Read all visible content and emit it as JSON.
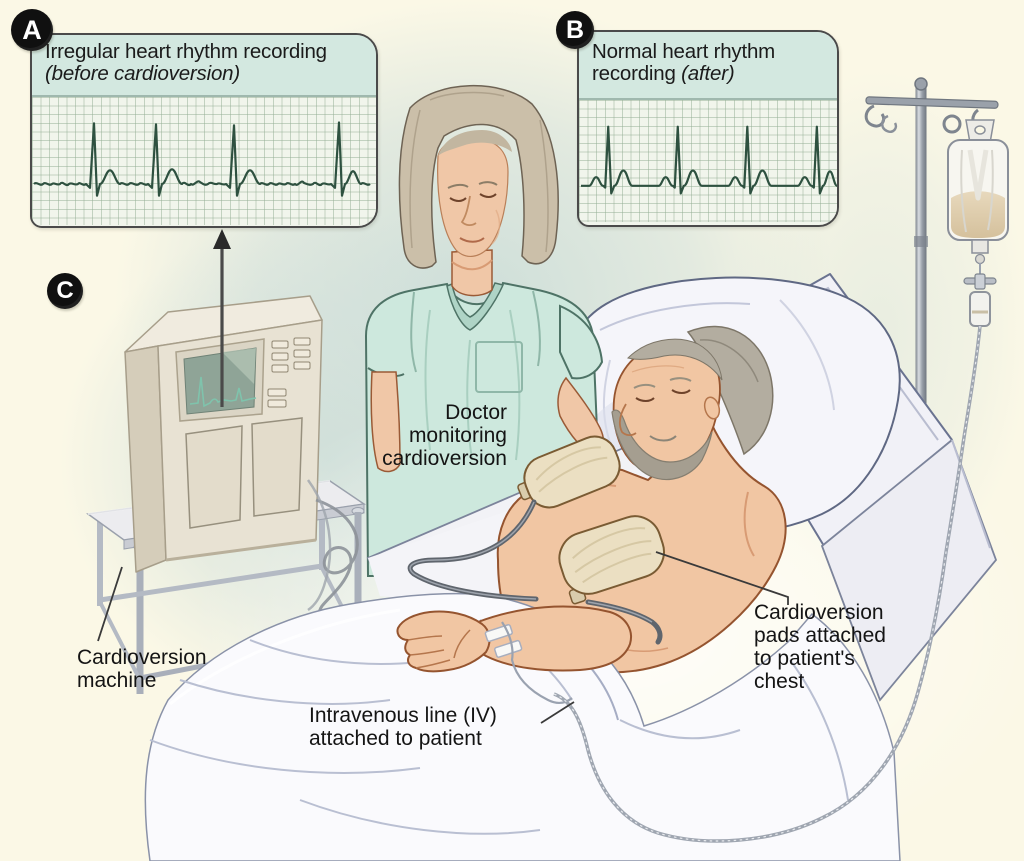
{
  "markers": {
    "a": "A",
    "b": "B",
    "c": "C"
  },
  "panel_a": {
    "title": "Irregular heart rhythm recording",
    "subtitle": "(before cardioversion)"
  },
  "panel_b": {
    "title": "Normal heart rhythm recording",
    "subtitle": "(after)"
  },
  "labels": {
    "doctor": "Doctor monitoring cardioversion",
    "machine": "Cardioversion machine",
    "iv": "Intravenous line (IV) attached to patient",
    "pads": "Cardioversion pads attached to patient's chest"
  },
  "colors": {
    "background": "#FBF8E6",
    "teal_wash": "#CFDEDA",
    "panel_header": "#D3E8E0",
    "panel_grid_bg": "#F1F5EC",
    "grid_line": "#94AE94",
    "ecg_trace": "#2E5140",
    "panel_border": "#4A4A4A",
    "marker_bg": "#101010",
    "scrubs": "#CDE8DD",
    "machine_body": "#E8E2D3",
    "skin": "#F1C6A3",
    "pad_fill": "#EBDFC2",
    "bed_white": "#FAFAFD"
  }
}
